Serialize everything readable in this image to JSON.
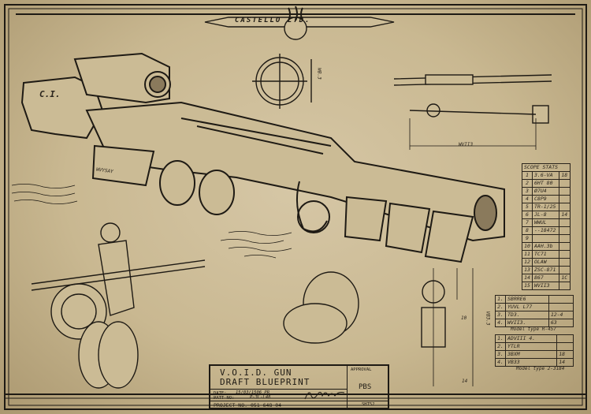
{
  "brand": "CASTELLO LTD.",
  "title_block": {
    "title_line1": "V.O.I.D. GUN",
    "title_line2": "DRAFT BLUEPRINT",
    "date_label": "DATE:",
    "date_value": "15/03/1506 PR",
    "patt_label": "PATT NO:",
    "patt_value": "P-3L-L48",
    "project": "PROJECT NO. 051 648 04",
    "stamp_label": "APPROVAL",
    "sheet": "SHT52",
    "seal": "PBS"
  },
  "scope_stats": {
    "title": "SCOPE STATS",
    "rows": [
      {
        "n": "1",
        "v": "3.6-VA",
        "x": "18"
      },
      {
        "n": "2",
        "v": "6HT 80",
        "x": ""
      },
      {
        "n": "3",
        "v": "Ø7U4",
        "x": ""
      },
      {
        "n": "4",
        "v": "C8P9",
        "x": ""
      },
      {
        "n": "5",
        "v": "TR-1/25",
        "x": ""
      },
      {
        "n": "6",
        "v": "JL-8",
        "x": "14"
      },
      {
        "n": "7",
        "v": "WWUL",
        "x": ""
      },
      {
        "n": "8",
        "v": "--18472",
        "x": ""
      },
      {
        "n": "9",
        "v": "",
        "x": ""
      },
      {
        "n": "10",
        "v": "AAH.3b",
        "x": ""
      },
      {
        "n": "11",
        "v": "TC71",
        "x": ""
      },
      {
        "n": "12",
        "v": "OLAW",
        "x": ""
      },
      {
        "n": "13",
        "v": "ZSC-871",
        "x": ""
      },
      {
        "n": "14",
        "v": "867",
        "x": "1C"
      },
      {
        "n": "15",
        "v": "WVII3",
        "x": ""
      }
    ]
  },
  "table_a": {
    "rows": [
      {
        "n": "1.",
        "v": "SBRRE6",
        "x": ""
      },
      {
        "n": "2.",
        "v": "YUVL L77",
        "x": ""
      },
      {
        "n": "3.",
        "v": "TD3.",
        "x": "12-4"
      },
      {
        "n": "4.",
        "v": "WVII3.",
        "x": "63"
      }
    ],
    "caption": "Model type R-457"
  },
  "table_b": {
    "rows": [
      {
        "n": "1.",
        "v": "ADVIII 4.",
        "x": ""
      },
      {
        "n": "2.",
        "v": "YTLR",
        "x": ""
      },
      {
        "n": "3.",
        "v": "3BXM",
        "x": "18"
      },
      {
        "n": "4.",
        "v": "VB33",
        "x": "14"
      }
    ],
    "caption": "Model type 2-3184"
  },
  "dimensions": {
    "scope_width": "WVII3",
    "drum_height": "VB3.3",
    "drum_a": "10",
    "drum_b": "14",
    "side_c": "WB.3"
  },
  "gun_markings": {
    "stock": "C.I.",
    "mag": "WVYSAY"
  }
}
